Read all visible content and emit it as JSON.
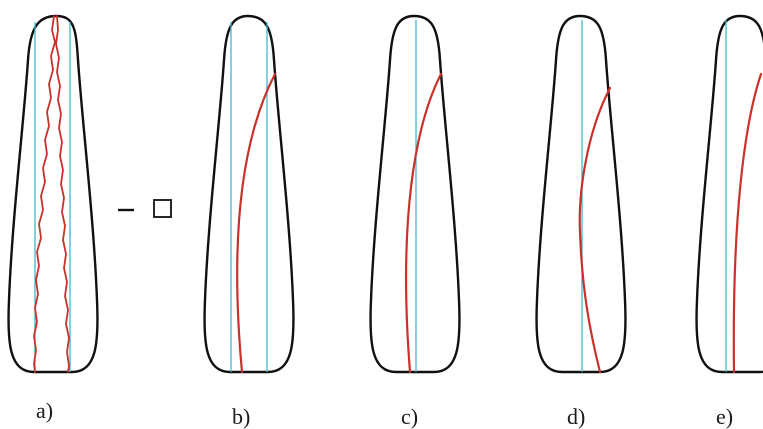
{
  "panels": [
    {
      "caption": "a)"
    },
    {
      "caption": "b)"
    },
    {
      "caption": "c)"
    },
    {
      "caption": "d)"
    },
    {
      "caption": "e)"
    }
  ],
  "colors": {
    "outline": "#111111",
    "guide_line": "#3fb6cf",
    "curve": "#c8322b"
  },
  "icons": [
    "minus-sign",
    "square-symbol"
  ]
}
